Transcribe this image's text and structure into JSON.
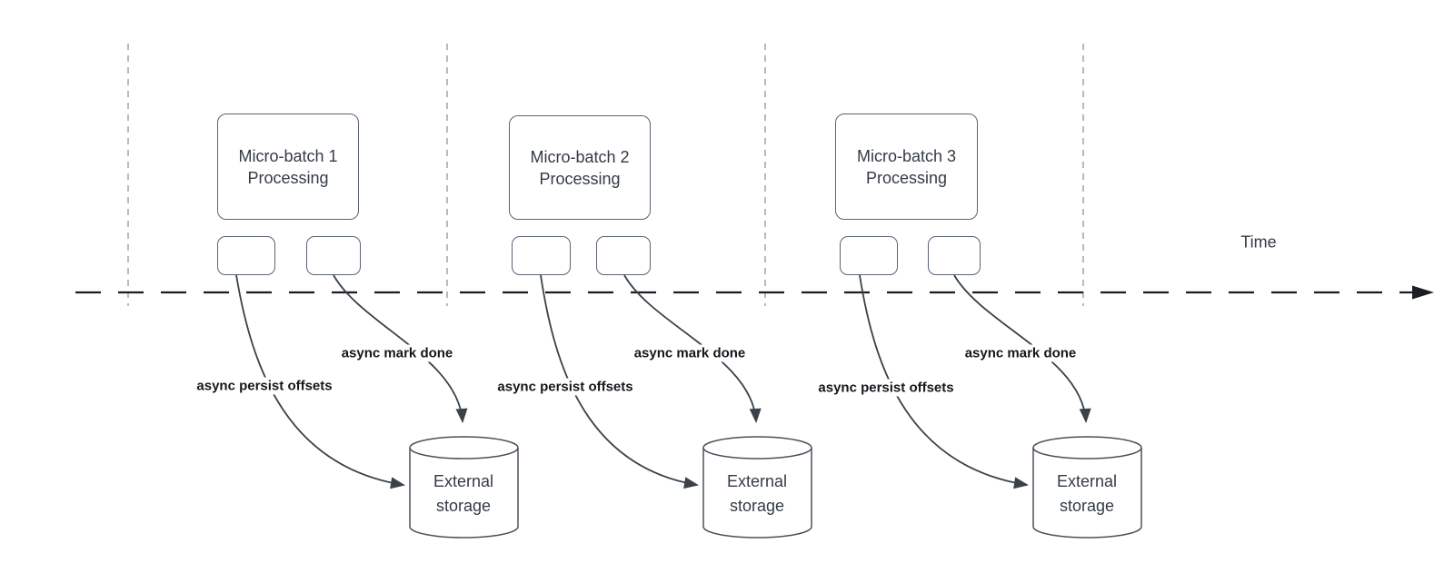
{
  "diagram": {
    "time_axis_label": "Time",
    "colors": {
      "background": "#ffffff",
      "guide_line": "#a8a8a8",
      "time_axis": "#1a1d21",
      "connector": "#3a4149",
      "shape_border": "#5a6472",
      "shape_text": "#343b46",
      "label_text": "#14171c"
    },
    "panels": [
      {
        "title_line1": "Micro-batch 1",
        "title_line2": "Processing",
        "persist_label": "async persist offsets",
        "mark_label": "async mark done",
        "storage_line1": "External",
        "storage_line2": "storage"
      },
      {
        "title_line1": "Micro-batch 2",
        "title_line2": "Processing",
        "persist_label": "async persist offsets",
        "mark_label": "async mark done",
        "storage_line1": "External",
        "storage_line2": "storage"
      },
      {
        "title_line1": "Micro-batch 3",
        "title_line2": "Processing",
        "persist_label": "async persist offsets",
        "mark_label": "async mark done",
        "storage_line1": "External",
        "storage_line2": "storage"
      }
    ]
  }
}
